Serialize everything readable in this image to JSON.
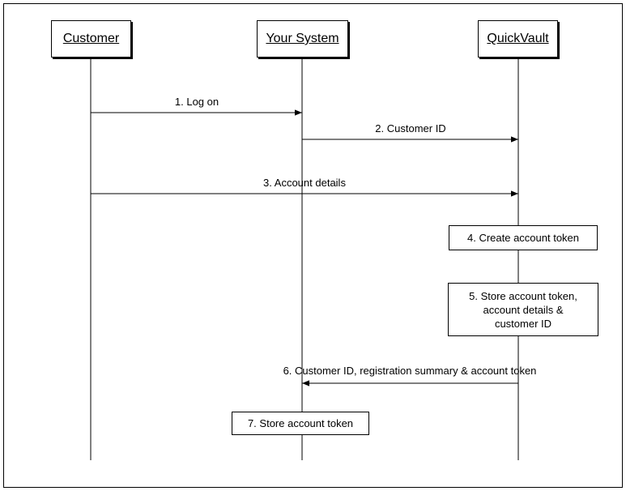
{
  "actors": {
    "customer": "Customer",
    "system": "Your System",
    "vault": "QuickVault"
  },
  "messages": {
    "m1": "1. Log on",
    "m2": "2. Customer ID",
    "m3": "3. Account details",
    "m6": "6. Customer ID, registration summary & account token"
  },
  "notes": {
    "n4": "4. Create account token",
    "n5_line1": "5. Store account token,",
    "n5_line2": "account details &",
    "n5_line3": "customer ID",
    "n7": "7. Store account token"
  }
}
